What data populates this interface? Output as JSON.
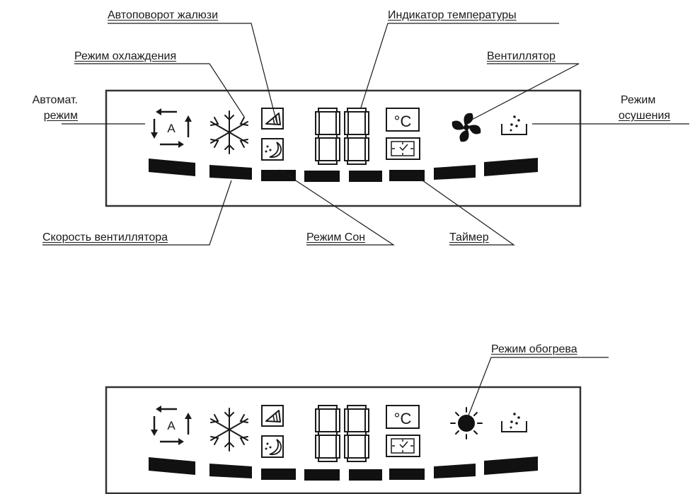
{
  "top_panel": {
    "labels": {
      "auto_swing": "Автоповорот жалюзи",
      "temp_indicator": "Индикатор температуры",
      "cooling_mode": "Режим охлаждения",
      "fan": "Вентиллятор",
      "auto_mode_line1": "Автомат.",
      "auto_mode_line2": "режим",
      "dry_mode_line1": "Режим",
      "dry_mode_line2": "осушения",
      "fan_speed": "Скорость вентиллятора",
      "sleep_mode": "Режим Сон",
      "timer": "Таймер"
    },
    "icons": {
      "auto_letter": "A",
      "celsius": "°C"
    }
  },
  "bottom_panel": {
    "labels": {
      "heating_mode": "Режим обогрева"
    },
    "icons": {
      "auto_letter": "A",
      "celsius": "°C"
    }
  }
}
